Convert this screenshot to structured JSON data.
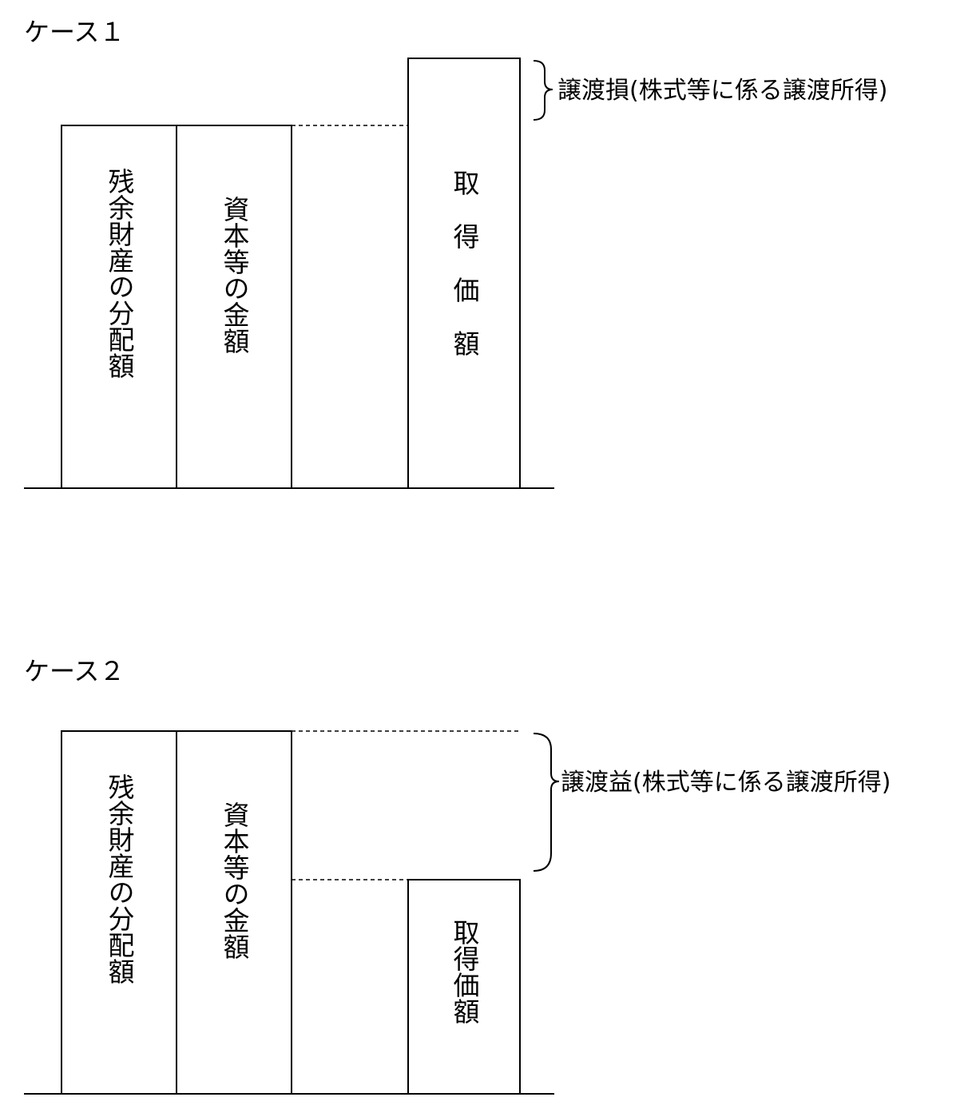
{
  "case1": {
    "title": "ケース１",
    "distribution_label": "残余財産の分配額",
    "capital_label": "資本等の金額",
    "acquisition_label": "取得価額",
    "note": "譲渡損(株式等に係る譲渡所得)"
  },
  "case2": {
    "title": "ケース２",
    "distribution_label": "残余財産の分配額",
    "capital_label": "資本等の金額",
    "acquisition_label": "取得価額",
    "note": "譲渡益(株式等に係る譲渡所得)"
  },
  "colors": {
    "line": "#000000",
    "background": "#ffffff"
  }
}
